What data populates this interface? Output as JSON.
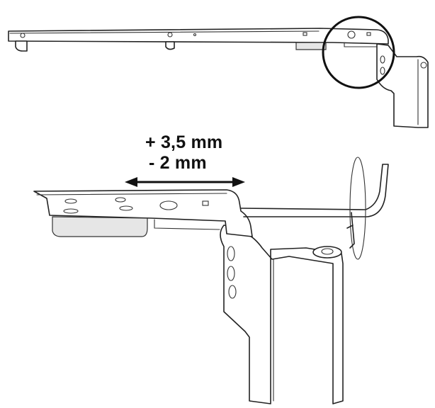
{
  "adjustment": {
    "plus_label": "+ 3,5 mm",
    "minus_label": "- 2 mm"
  },
  "colors": {
    "stroke": "#222222",
    "background": "#ffffff",
    "shade": "#e6e6e6"
  },
  "icons": {
    "range_arrow": "double-headed-arrow",
    "detail_marker": "magnifier-circle"
  }
}
